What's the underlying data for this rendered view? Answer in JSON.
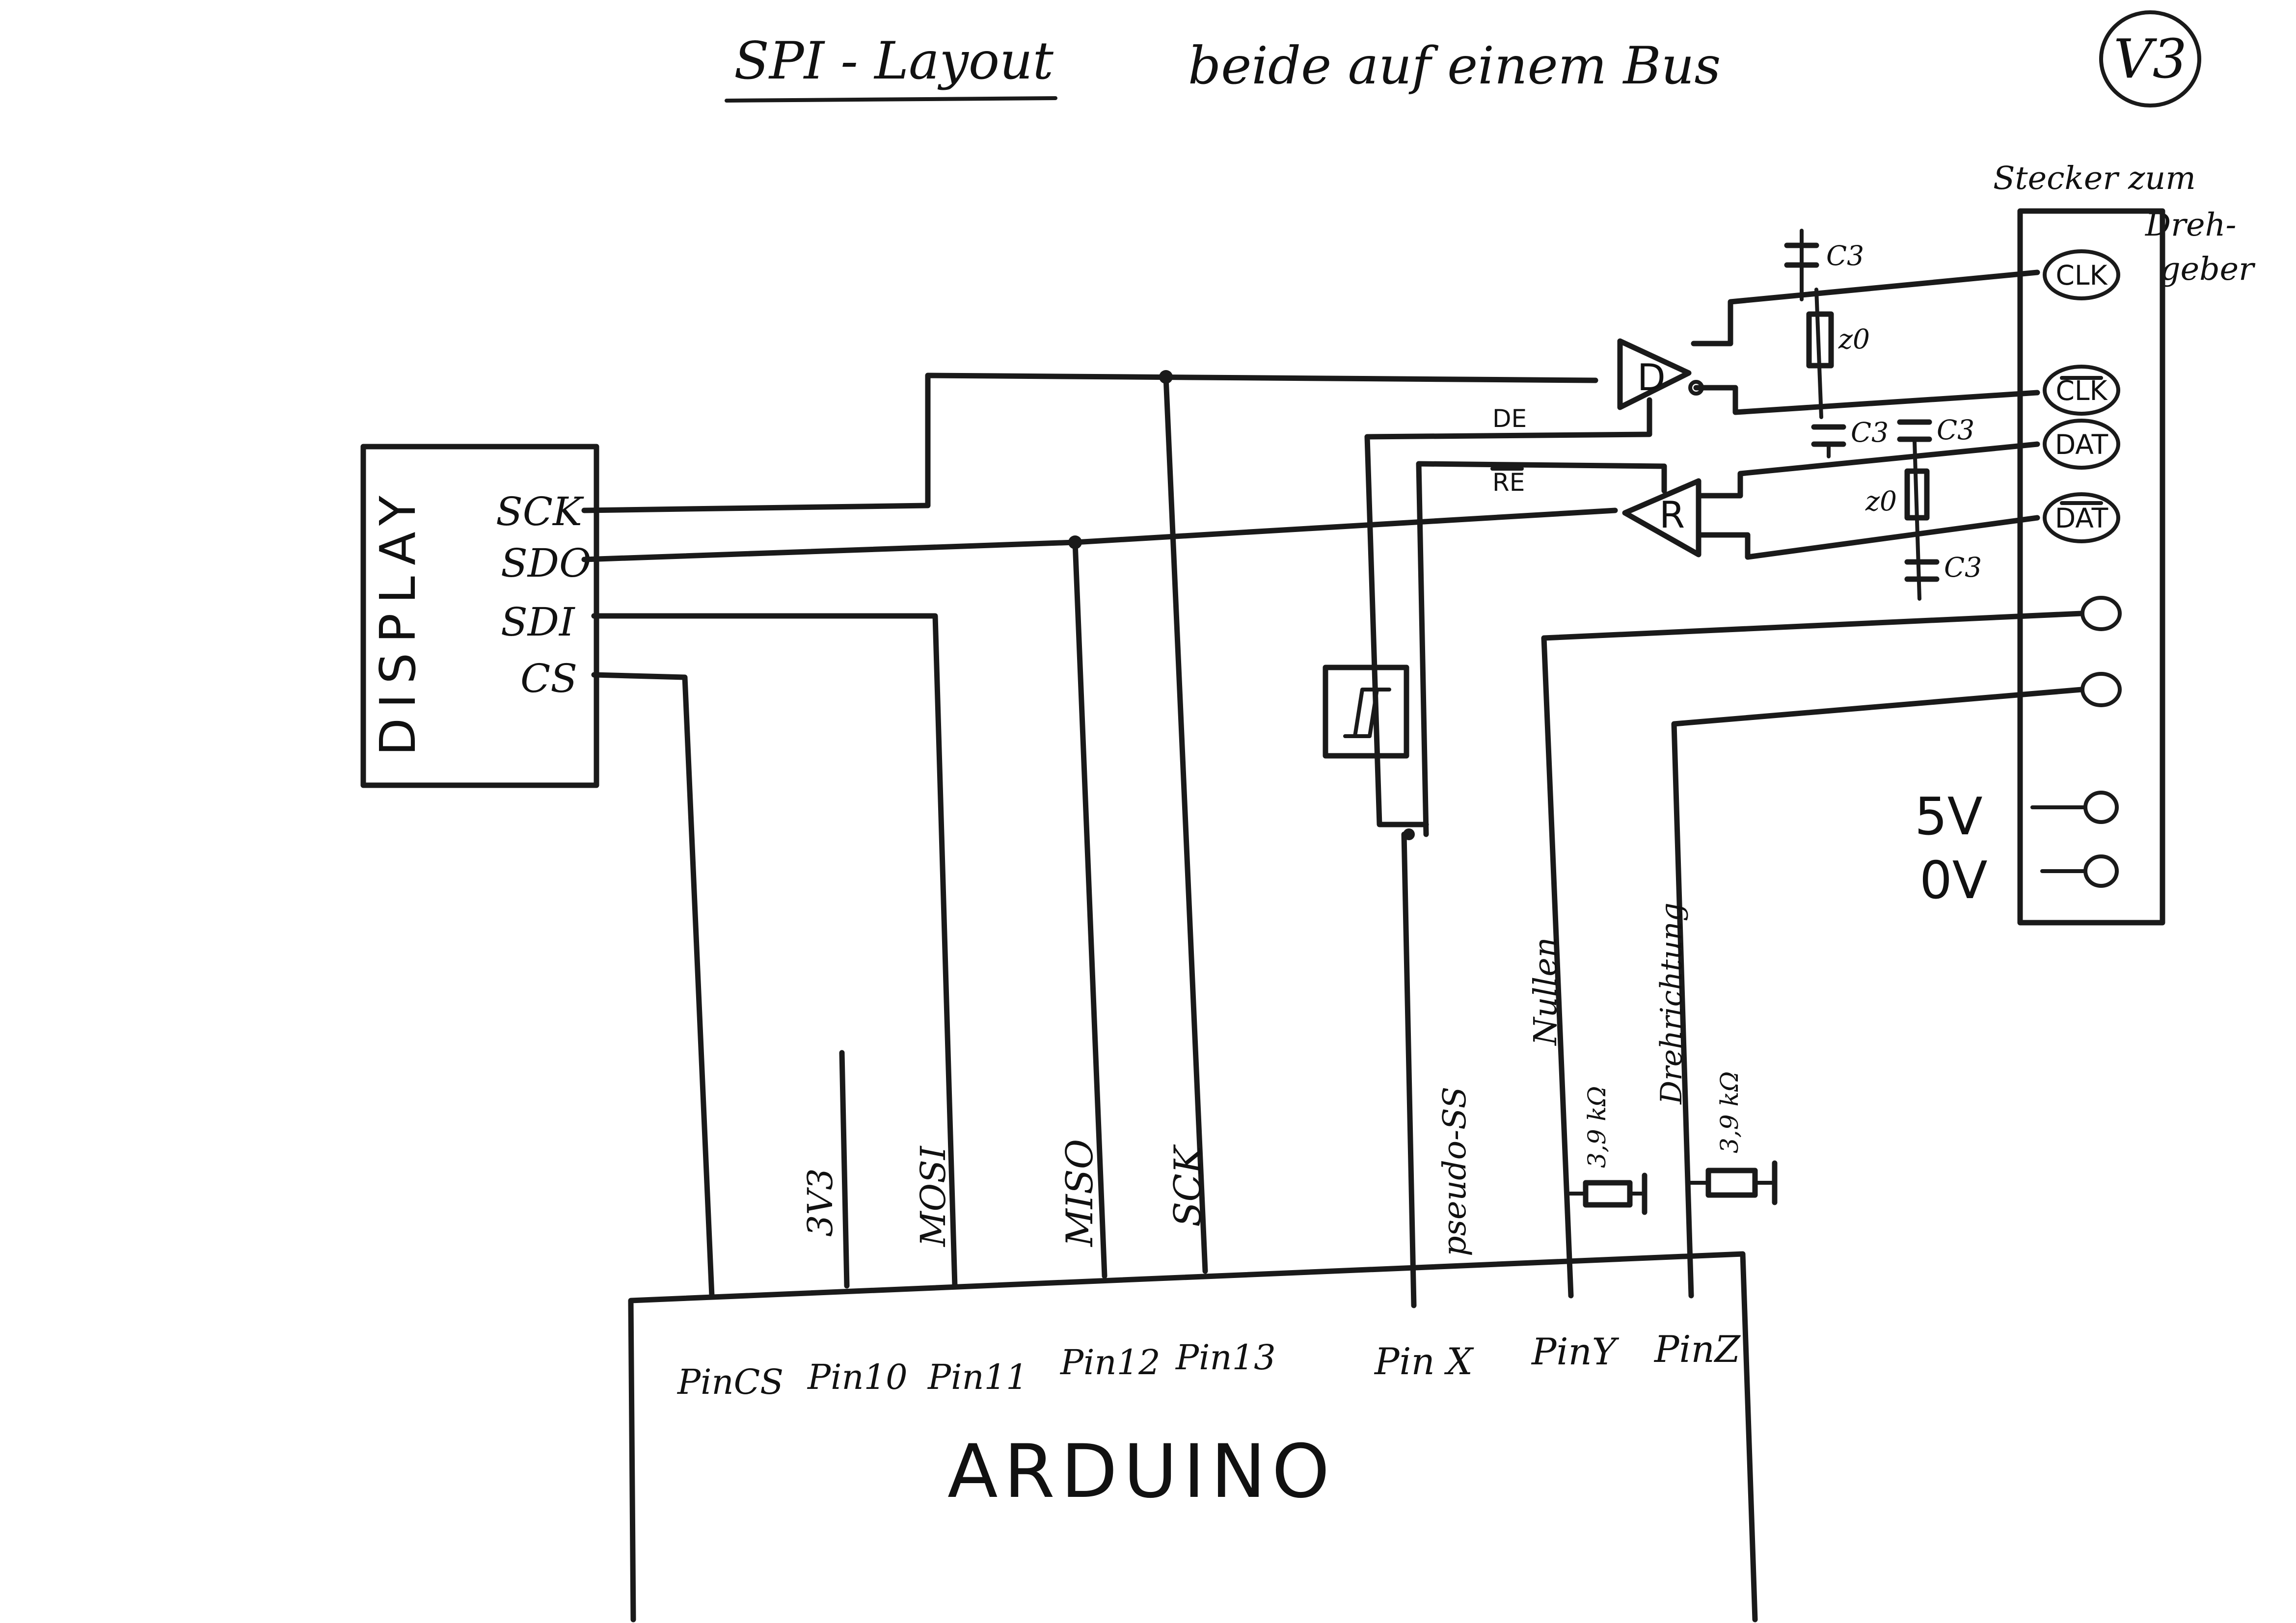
{
  "header": {
    "title": "SPI - Layout",
    "subtitle": "beide auf einem Bus",
    "version": "V3"
  },
  "display": {
    "name": "DISPLAY",
    "pins": [
      "SCK",
      "SDO",
      "SDI",
      "CS"
    ]
  },
  "arduino": {
    "name": "ARDUINO",
    "pins": [
      "PinCS",
      "Pin10",
      "Pin11",
      "Pin12",
      "Pin13",
      "Pin X",
      "PinY",
      "PinZ"
    ]
  },
  "wire_labels": {
    "v33": "3V3",
    "mosi": "MOSI",
    "miso": "MISO",
    "sck": "SCK",
    "pseudo_ss": "pseudo-SS",
    "nullen": "Nullen",
    "drehrichtung": "Drehrichtung"
  },
  "resistors": {
    "pull_y": "3,9 kΩ",
    "pull_z": "3,9 kΩ",
    "term_top": "z0",
    "term_bottom": "z0"
  },
  "capacitors": [
    "C3",
    "C3",
    "C3",
    "C3"
  ],
  "transceiver": {
    "driver": "D",
    "receiver": "R",
    "driver_enable": "DE",
    "receiver_enable": "RE"
  },
  "connector": {
    "title_line1": "Stecker zum",
    "title_line2": "Dreh-",
    "title_line3": "geber",
    "pins": [
      "CLK",
      "CLK",
      "DAT",
      "DAT",
      "",
      "",
      "5V",
      "0V"
    ]
  },
  "colors": {
    "ink": "#1a1a1a",
    "paper": "#ffffff"
  }
}
